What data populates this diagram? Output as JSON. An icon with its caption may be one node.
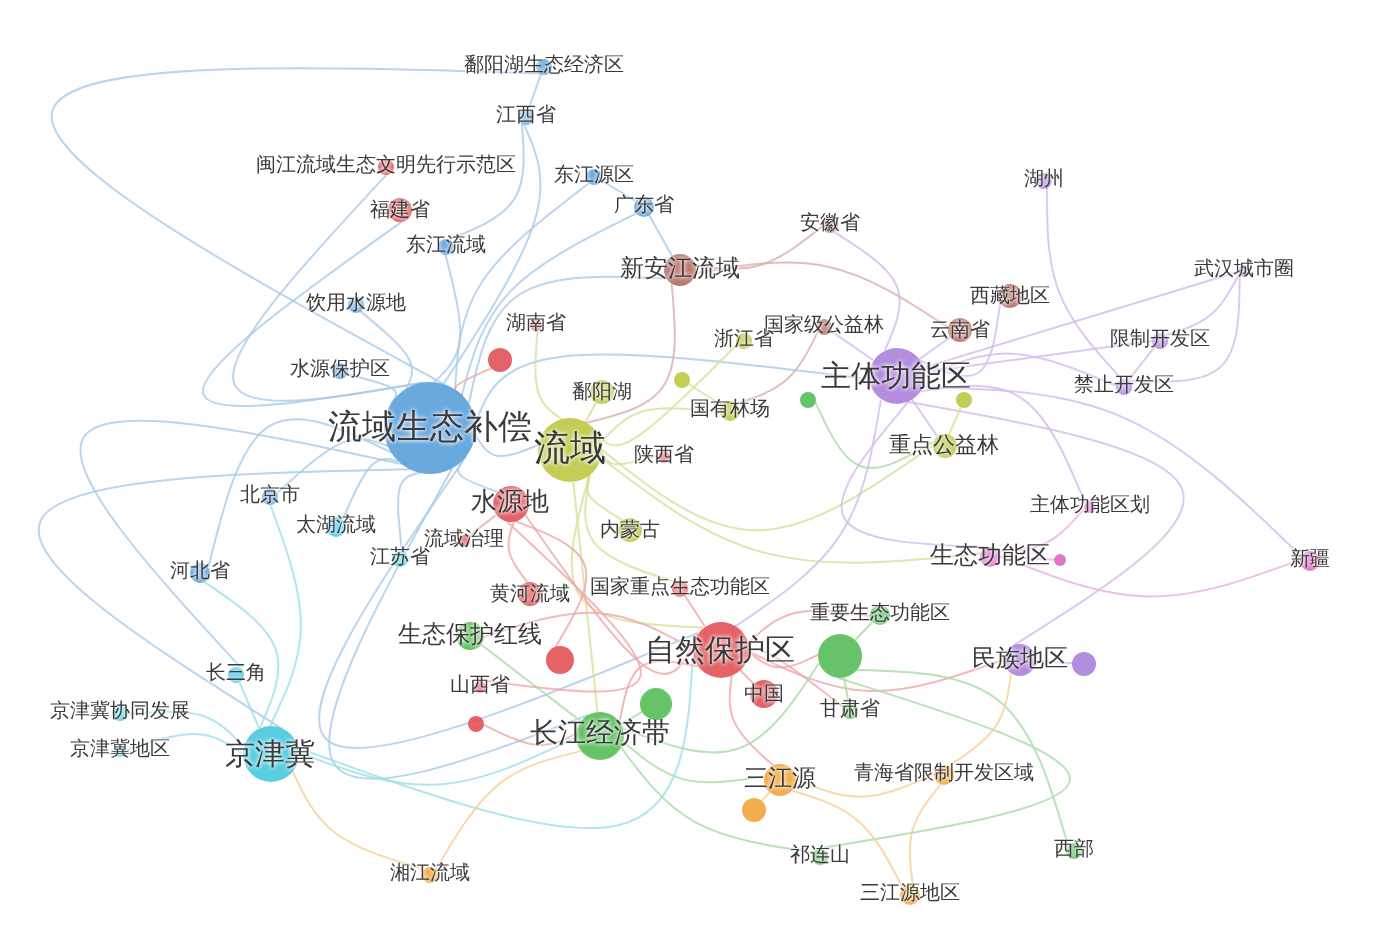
{
  "diagram": {
    "nodes": [
      {
        "text": [
          "鄱阳湖生态经济区"
        ]
      },
      {
        "text": [
          "江西省"
        ]
      },
      {
        "text": [
          "闽江流域生态文明先行示范区"
        ]
      },
      {
        "text": [
          "东江源区"
        ]
      },
      {
        "text": [
          "广东省"
        ]
      },
      {
        "text": [
          "福建省"
        ]
      },
      {
        "text": [
          "东江流域"
        ]
      },
      {
        "text": [
          "新安江流域"
        ]
      },
      {
        "text": [
          "饮用水源地"
        ]
      },
      {
        "text": [
          "安徽省"
        ]
      },
      {
        "text": [
          "西藏地区"
        ]
      },
      {
        "text": [
          "湖州"
        ]
      },
      {
        "text": [
          "武汉城市圈"
        ]
      },
      {
        "text": [
          "国家级公益林"
        ]
      },
      {
        "text": [
          "浙江省"
        ]
      },
      {
        "text": [
          "湖南省"
        ]
      },
      {
        "text": [
          "云南省"
        ]
      },
      {
        "text": [
          "限制开发区"
        ]
      },
      {
        "text": [
          "水源保护区"
        ]
      },
      {
        "text": [
          "主体功能区"
        ]
      },
      {
        "text": [
          "禁止开发区"
        ]
      },
      {
        "text": [
          "鄱阳湖"
        ]
      },
      {
        "text": [
          "国有林场"
        ]
      },
      {
        "text": [
          "重点公益林"
        ]
      },
      {
        "text": [
          "流域生态补偿"
        ]
      },
      {
        "text": [
          "流域"
        ]
      },
      {
        "text": [
          "陕西省"
        ]
      },
      {
        "text": [
          "北京市"
        ]
      },
      {
        "text": [
          "水源地"
        ]
      },
      {
        "text": [
          "主体功能区划"
        ]
      },
      {
        "text": [
          "内蒙古"
        ]
      },
      {
        "text": [
          "太湖流域"
        ]
      },
      {
        "text": [
          "流域治理"
        ]
      },
      {
        "text": [
          "江苏省"
        ]
      },
      {
        "text": [
          "生态功能区"
        ]
      },
      {
        "text": [
          "新疆"
        ]
      },
      {
        "text": [
          "河北省"
        ]
      },
      {
        "text": [
          "国家重点生态功能区"
        ]
      },
      {
        "text": [
          "黄河流域"
        ]
      },
      {
        "text": [
          "生态保护红线"
        ]
      },
      {
        "text": [
          "重要生态功能区"
        ]
      },
      {
        "text": [
          "自然保护区"
        ]
      },
      {
        "text": [
          "民族地区"
        ]
      },
      {
        "text": [
          "长三角"
        ]
      },
      {
        "text": [
          "中国"
        ]
      },
      {
        "text": [
          "山西省"
        ]
      },
      {
        "text": [
          "甘肃省"
        ]
      },
      {
        "text": [
          "京津冀协同发展"
        ]
      },
      {
        "text": [
          "长江经济带"
        ]
      },
      {
        "text": [
          "京津冀"
        ]
      },
      {
        "text": [
          "京津冀地区"
        ]
      },
      {
        "text": [
          "三江源"
        ]
      },
      {
        "text": [
          "青海省限制开发区域"
        ]
      },
      {
        "text": [
          "祁连山"
        ]
      },
      {
        "text": [
          "西部"
        ]
      },
      {
        "text": [
          "湘江流域"
        ]
      },
      {
        "text": [
          "三江源地区"
        ]
      },
      {
        "text": [],
        "shape": "circle"
      },
      {
        "text": [],
        "shape": "circle"
      },
      {
        "text": [],
        "shape": "circle"
      },
      {
        "text": [],
        "shape": "circle"
      },
      {
        "text": [],
        "shape": "circle"
      },
      {
        "text": [],
        "shape": "circle"
      },
      {
        "text": [],
        "shape": "circle"
      },
      {
        "text": [],
        "shape": "circle"
      },
      {
        "text": [],
        "shape": "circle"
      },
      {
        "text": [],
        "shape": "circle"
      },
      {
        "text": [],
        "shape": "circle"
      }
    ],
    "edges": [
      {
        "from": 24,
        "to": 0,
        "arrow": "none",
        "color": "#a9cbe9"
      },
      {
        "from": 24,
        "to": 1,
        "arrow": "none",
        "color": "#a9cbe9"
      },
      {
        "from": 24,
        "to": 3,
        "arrow": "none",
        "color": "#a9cbe9"
      },
      {
        "from": 24,
        "to": 4,
        "arrow": "none",
        "color": "#a9cbe9"
      },
      {
        "from": 24,
        "to": 6,
        "arrow": "none",
        "color": "#a9cbe9"
      },
      {
        "from": 24,
        "to": 8,
        "arrow": "none",
        "color": "#a9cbe9"
      },
      {
        "from": 24,
        "to": 18,
        "arrow": "none",
        "color": "#a9cbe9"
      },
      {
        "from": 24,
        "to": 27,
        "arrow": "none",
        "color": "#a9cbe9"
      },
      {
        "from": 24,
        "to": 36,
        "arrow": "none",
        "color": "#a9cbe9"
      },
      {
        "from": 24,
        "to": 31,
        "arrow": "none",
        "color": "#a9cbe9"
      },
      {
        "from": 24,
        "to": 5,
        "arrow": "none",
        "color": "#a9cbe9"
      },
      {
        "from": 24,
        "to": 2,
        "arrow": "none",
        "color": "#a9cbe9"
      },
      {
        "from": 24,
        "to": 7,
        "arrow": "none",
        "color": "#a9cbe9"
      },
      {
        "from": 24,
        "to": 25,
        "arrow": "none",
        "color": "#a9cbe9"
      },
      {
        "from": 24,
        "to": 28,
        "arrow": "none",
        "color": "#a9cbe9"
      },
      {
        "from": 24,
        "to": 49,
        "arrow": "none",
        "color": "#a9cbe9"
      },
      {
        "from": 24,
        "to": 41,
        "arrow": "none",
        "color": "#a9cbe9"
      },
      {
        "from": 24,
        "to": 19,
        "arrow": "none",
        "color": "#a9cbe9"
      },
      {
        "from": 24,
        "to": 48,
        "arrow": "none",
        "color": "#a9cbe9"
      },
      {
        "from": 24,
        "to": 43,
        "arrow": "none",
        "color": "#a9cbe9"
      },
      {
        "from": 24,
        "to": 33,
        "arrow": "none",
        "color": "#a9cbe9"
      },
      {
        "from": 1,
        "to": 0,
        "arrow": "none",
        "color": "#a9cbe9"
      },
      {
        "from": 1,
        "to": 6,
        "arrow": "none",
        "color": "#a9cbe9"
      },
      {
        "from": 3,
        "to": 4,
        "arrow": "none",
        "color": "#a9cbe9"
      },
      {
        "from": 4,
        "to": 7,
        "arrow": "none",
        "color": "#a9cbe9"
      },
      {
        "from": 49,
        "to": 47,
        "arrow": "none",
        "color": "#9ee0ea"
      },
      {
        "from": 49,
        "to": 50,
        "arrow": "none",
        "color": "#9ee0ea"
      },
      {
        "from": 49,
        "to": 43,
        "arrow": "none",
        "color": "#9ee0ea"
      },
      {
        "from": 49,
        "to": 36,
        "arrow": "none",
        "color": "#9ee0ea"
      },
      {
        "from": 49,
        "to": 27,
        "arrow": "none",
        "color": "#9ee0ea"
      },
      {
        "from": 49,
        "to": 48,
        "arrow": "none",
        "color": "#9ee0ea"
      },
      {
        "from": 49,
        "to": 41,
        "arrow": "none",
        "color": "#9ee0ea"
      },
      {
        "from": 49,
        "to": 55,
        "arrow": "none",
        "color": "#f7cf97"
      },
      {
        "from": 25,
        "to": 21,
        "arrow": "none",
        "color": "#d8df9a"
      },
      {
        "from": 25,
        "to": 22,
        "arrow": "none",
        "color": "#d8df9a"
      },
      {
        "from": 25,
        "to": 26,
        "arrow": "none",
        "color": "#d8df9a"
      },
      {
        "from": 25,
        "to": 30,
        "arrow": "none",
        "color": "#d8df9a"
      },
      {
        "from": 25,
        "to": 14,
        "arrow": "none",
        "color": "#d8df9a"
      },
      {
        "from": 25,
        "to": 15,
        "arrow": "none",
        "color": "#d8df9a"
      },
      {
        "from": 25,
        "to": 7,
        "arrow": "none",
        "color": "#d8b0ac"
      },
      {
        "from": 25,
        "to": 41,
        "arrow": "none",
        "color": "#d8df9a"
      },
      {
        "from": 25,
        "to": 48,
        "arrow": "none",
        "color": "#d8df9a"
      },
      {
        "from": 25,
        "to": 23,
        "arrow": "none",
        "color": "#d8df9a"
      },
      {
        "from": 25,
        "to": 37,
        "arrow": "none",
        "color": "#d8df9a"
      },
      {
        "from": 25,
        "to": 34,
        "arrow": "none",
        "color": "#d8df9a"
      },
      {
        "from": 19,
        "to": 16,
        "arrow": "none",
        "color": "#d3bcec"
      },
      {
        "from": 19,
        "to": 10,
        "arrow": "none",
        "color": "#d3bcec"
      },
      {
        "from": 19,
        "to": 13,
        "arrow": "none",
        "color": "#d3bcec"
      },
      {
        "from": 19,
        "to": 17,
        "arrow": "none",
        "color": "#d3bcec"
      },
      {
        "from": 19,
        "to": 20,
        "arrow": "none",
        "color": "#d3bcec"
      },
      {
        "from": 19,
        "to": 12,
        "arrow": "none",
        "color": "#d3bcec"
      },
      {
        "from": 19,
        "to": 29,
        "arrow": "none",
        "color": "#d3bcec"
      },
      {
        "from": 19,
        "to": 34,
        "arrow": "none",
        "color": "#d3bcec"
      },
      {
        "from": 19,
        "to": 23,
        "arrow": "none",
        "color": "#d3bcec"
      },
      {
        "from": 19,
        "to": 41,
        "arrow": "none",
        "color": "#d3bcec"
      },
      {
        "from": 19,
        "to": 42,
        "arrow": "none",
        "color": "#d3bcec"
      },
      {
        "from": 19,
        "to": 35,
        "arrow": "none",
        "color": "#d3bcec"
      },
      {
        "from": 19,
        "to": 9,
        "arrow": "none",
        "color": "#d3bcec"
      },
      {
        "from": 17,
        "to": 12,
        "arrow": "none",
        "color": "#d3bcec"
      },
      {
        "from": 20,
        "to": 12,
        "arrow": "none",
        "color": "#d3bcec"
      },
      {
        "from": 20,
        "to": 17,
        "arrow": "none",
        "color": "#d3bcec"
      },
      {
        "from": 11,
        "to": 20,
        "arrow": "none",
        "color": "#d3bcec"
      },
      {
        "from": 34,
        "to": 35,
        "arrow": "none",
        "color": "#ecafe0"
      },
      {
        "from": 34,
        "to": 29,
        "arrow": "none",
        "color": "#ecafe0"
      },
      {
        "from": 42,
        "to": 67,
        "arrow": "none",
        "color": "#d3bcec"
      },
      {
        "from": 41,
        "to": 44,
        "arrow": "none",
        "color": "#f0a6a8"
      },
      {
        "from": 41,
        "to": 37,
        "arrow": "none",
        "color": "#f0a6a8"
      },
      {
        "from": 41,
        "to": 40,
        "arrow": "none",
        "color": "#f0a6a8"
      },
      {
        "from": 41,
        "to": 64,
        "arrow": "none",
        "color": "#f0a6a8"
      },
      {
        "from": 41,
        "to": 48,
        "arrow": "none",
        "color": "#f0a6a8"
      },
      {
        "from": 41,
        "to": 51,
        "arrow": "none",
        "color": "#f0a6a8"
      },
      {
        "from": 41,
        "to": 39,
        "arrow": "none",
        "color": "#f0a6a8"
      },
      {
        "from": 41,
        "to": 42,
        "arrow": "none",
        "color": "#f0a6a8"
      },
      {
        "from": 41,
        "to": 46,
        "arrow": "none",
        "color": "#f0a6a8"
      },
      {
        "from": 41,
        "to": 28,
        "arrow": "none",
        "color": "#f0a6a8"
      },
      {
        "from": 58,
        "to": 24,
        "arrow": "none",
        "color": "#f0a6a8"
      },
      {
        "from": 28,
        "to": 32,
        "arrow": "none",
        "color": "#f0a6a8"
      },
      {
        "from": 28,
        "to": 38,
        "arrow": "none",
        "color": "#f0a6a8"
      },
      {
        "from": 28,
        "to": 45,
        "arrow": "none",
        "color": "#f0a6a8"
      },
      {
        "from": 28,
        "to": 59,
        "arrow": "none",
        "color": "#f0a6a8"
      },
      {
        "from": 48,
        "to": 39,
        "arrow": "none",
        "color": "#a6dca6"
      },
      {
        "from": 48,
        "to": 60,
        "arrow": "none",
        "color": "#a6dca6"
      },
      {
        "from": 48,
        "to": 64,
        "arrow": "none",
        "color": "#a6dca6"
      },
      {
        "from": 48,
        "to": 51,
        "arrow": "none",
        "color": "#a6dca6"
      },
      {
        "from": 48,
        "to": 53,
        "arrow": "none",
        "color": "#a6dca6"
      },
      {
        "from": 48,
        "to": 55,
        "arrow": "none",
        "color": "#f7cf97"
      },
      {
        "from": 64,
        "to": 40,
        "arrow": "none",
        "color": "#a6dca6"
      },
      {
        "from": 64,
        "to": 46,
        "arrow": "none",
        "color": "#a6dca6"
      },
      {
        "from": 64,
        "to": 54,
        "arrow": "none",
        "color": "#a6dca6"
      },
      {
        "from": 64,
        "to": 53,
        "arrow": "none",
        "color": "#a6dca6"
      },
      {
        "from": 51,
        "to": 52,
        "arrow": "none",
        "color": "#f7cf97"
      },
      {
        "from": 51,
        "to": 56,
        "arrow": "none",
        "color": "#f7cf97"
      },
      {
        "from": 51,
        "to": 62,
        "arrow": "none",
        "color": "#f7cf97"
      },
      {
        "from": 52,
        "to": 56,
        "arrow": "none",
        "color": "#f7cf97"
      },
      {
        "from": 52,
        "to": 42,
        "arrow": "none",
        "color": "#f7cf97"
      },
      {
        "from": 7,
        "to": 9,
        "arrow": "none",
        "color": "#d8b0ac"
      },
      {
        "from": 7,
        "to": 16,
        "arrow": "none",
        "color": "#d8b0ac"
      },
      {
        "from": 13,
        "to": 22,
        "arrow": "none",
        "color": "#d8b0ac"
      },
      {
        "from": 61,
        "to": 22,
        "arrow": "none",
        "color": "#d8df9a"
      },
      {
        "from": 65,
        "to": 23,
        "arrow": "none",
        "color": "#d8df9a"
      },
      {
        "from": 63,
        "to": 23,
        "arrow": "none",
        "color": "#a6dca6"
      },
      {
        "from": 57,
        "to": 48,
        "arrow": "none",
        "color": "#f0a6a8"
      },
      {
        "from": 66,
        "to": 34,
        "arrow": "none",
        "color": "#ecafe0"
      }
    ]
  }
}
